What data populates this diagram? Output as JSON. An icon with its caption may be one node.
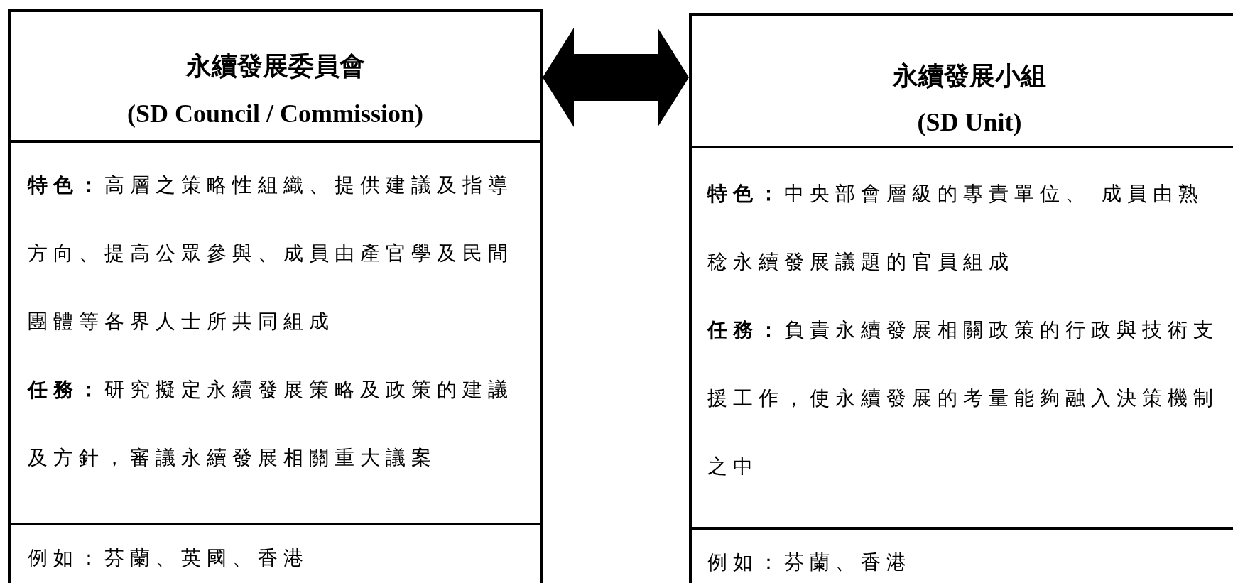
{
  "diagram": {
    "nodes": [
      {
        "text": [
          "永續發展委員會",
          "(SD Council / Commission)"
        ]
      },
      {
        "text": [
          "**特色：**高層之策略性組織、提供建議及指導方向、提高公眾參與、成員由產官學及民間團體等各界人士所共同組成",
          "**任務：**研究擬定永續發展策略及政策的建議及方針，審議永續發展相關重大議案"
        ]
      },
      {
        "text": [
          "例如：芬蘭、英國、香港"
        ]
      },
      {
        "text": [
          "永續發展小組",
          "(SD Unit)"
        ]
      },
      {
        "text": [
          "**特色：**中央部會層級的專責單位、 成員由熟稔永續發展議題的官員組成",
          "**任務：**負責永續發展相關政策的行政與技術支援工作，使永續發展的考量能夠融入決策機制之中"
        ]
      },
      {
        "text": [
          "例如：芬蘭、香港"
        ]
      }
    ],
    "edges": [
      {
        "from": 0,
        "to": 3,
        "arrow": "both"
      }
    ]
  }
}
